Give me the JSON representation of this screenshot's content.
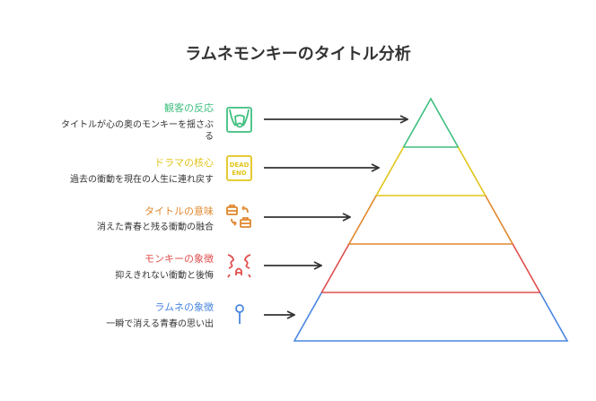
{
  "title": "ラムネモンキーのタイトル分析",
  "levels": [
    {
      "heading": "観客の反応",
      "desc_lines": [
        "タイトルが心の奥のモンキーを揺さぶ",
        "る"
      ],
      "color": "#3fbf7f",
      "icon": "theater-mask-icon"
    },
    {
      "heading": "ドラマの核心",
      "desc_lines": [
        "過去の衝動を現在の人生に連れ戻す"
      ],
      "color": "#e2c51c",
      "icon": "dead-end-sign-icon",
      "icon_text": [
        "DEAD",
        "END"
      ]
    },
    {
      "heading": "タイトルの意味",
      "desc_lines": [
        "消えた青春と残る衝動の融合"
      ],
      "color": "#e0882e",
      "icon": "briefcase-swap-icon"
    },
    {
      "heading": "モンキーの象徴",
      "desc_lines": [
        "抑えきれない衝動と後悔"
      ],
      "color": "#e0504f",
      "icon": "monkey-icon"
    },
    {
      "heading": "ラムネの象徴",
      "desc_lines": [
        "一瞬で消える青春の思い出"
      ],
      "color": "#4a86e0",
      "icon": "pin-icon"
    }
  ]
}
